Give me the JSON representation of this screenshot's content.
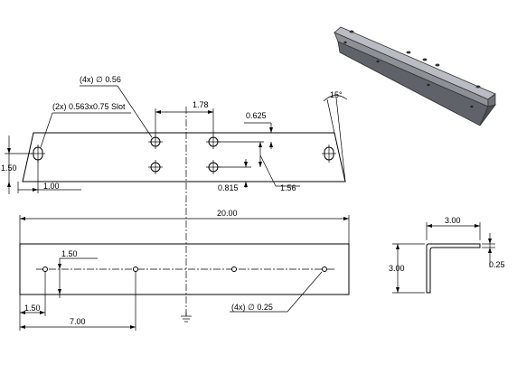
{
  "callouts": {
    "holes_top": "(4x) ∅ 0.56",
    "slot": "(2x) 0.563x0.75 Slot",
    "holes_front": "(4x) ∅ 0.25",
    "angle": "15°"
  },
  "dimensions": {
    "d_1_78": "1.78",
    "d_0_625": "0.625",
    "d_0_815": "0.815",
    "d_1_56": "1.56",
    "d_1_50_left": "1.50",
    "d_1_00": "1.00",
    "d_20_00": "20.00",
    "d_1_50_hole": "1.50",
    "d_1_50_bottom": "1.50",
    "d_7_00": "7.00",
    "d_3_00_width": "3.00",
    "d_3_00_height": "3.00",
    "d_0_25": "0.25"
  }
}
